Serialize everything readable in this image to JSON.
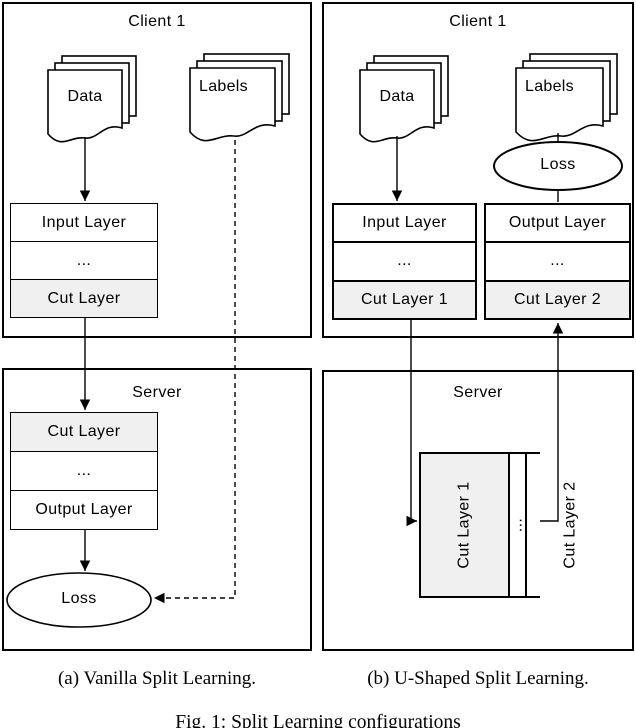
{
  "figure": {
    "caption": "Fig. 1: Split Learning configurations",
    "subcaptions": {
      "a": "(a) Vanilla Split Learning.",
      "b": "(b) U-Shaped Split Learning."
    }
  },
  "panel_a": {
    "client": {
      "title": "Client 1",
      "data_doc": "Data",
      "labels_doc": "Labels",
      "layers": [
        "Input Layer",
        "...",
        "Cut Layer"
      ]
    },
    "server": {
      "title": "Server",
      "layers": [
        "Cut Layer",
        "...",
        "Output Layer"
      ],
      "loss": "Loss"
    }
  },
  "panel_b": {
    "client": {
      "title": "Client 1",
      "data_doc": "Data",
      "labels_doc": "Labels",
      "loss": "Loss",
      "input_stack": [
        "Input Layer",
        "...",
        "Cut Layer 1"
      ],
      "output_stack": [
        "Output Layer",
        "...",
        "Cut Layer 2"
      ]
    },
    "server": {
      "title": "Server",
      "layers": [
        "Cut Layer 1",
        "...",
        "Cut Layer 2"
      ]
    }
  },
  "colors": {
    "background": "#ffffff",
    "line": "#000000",
    "shaded_cell": "#f0f0f0"
  }
}
